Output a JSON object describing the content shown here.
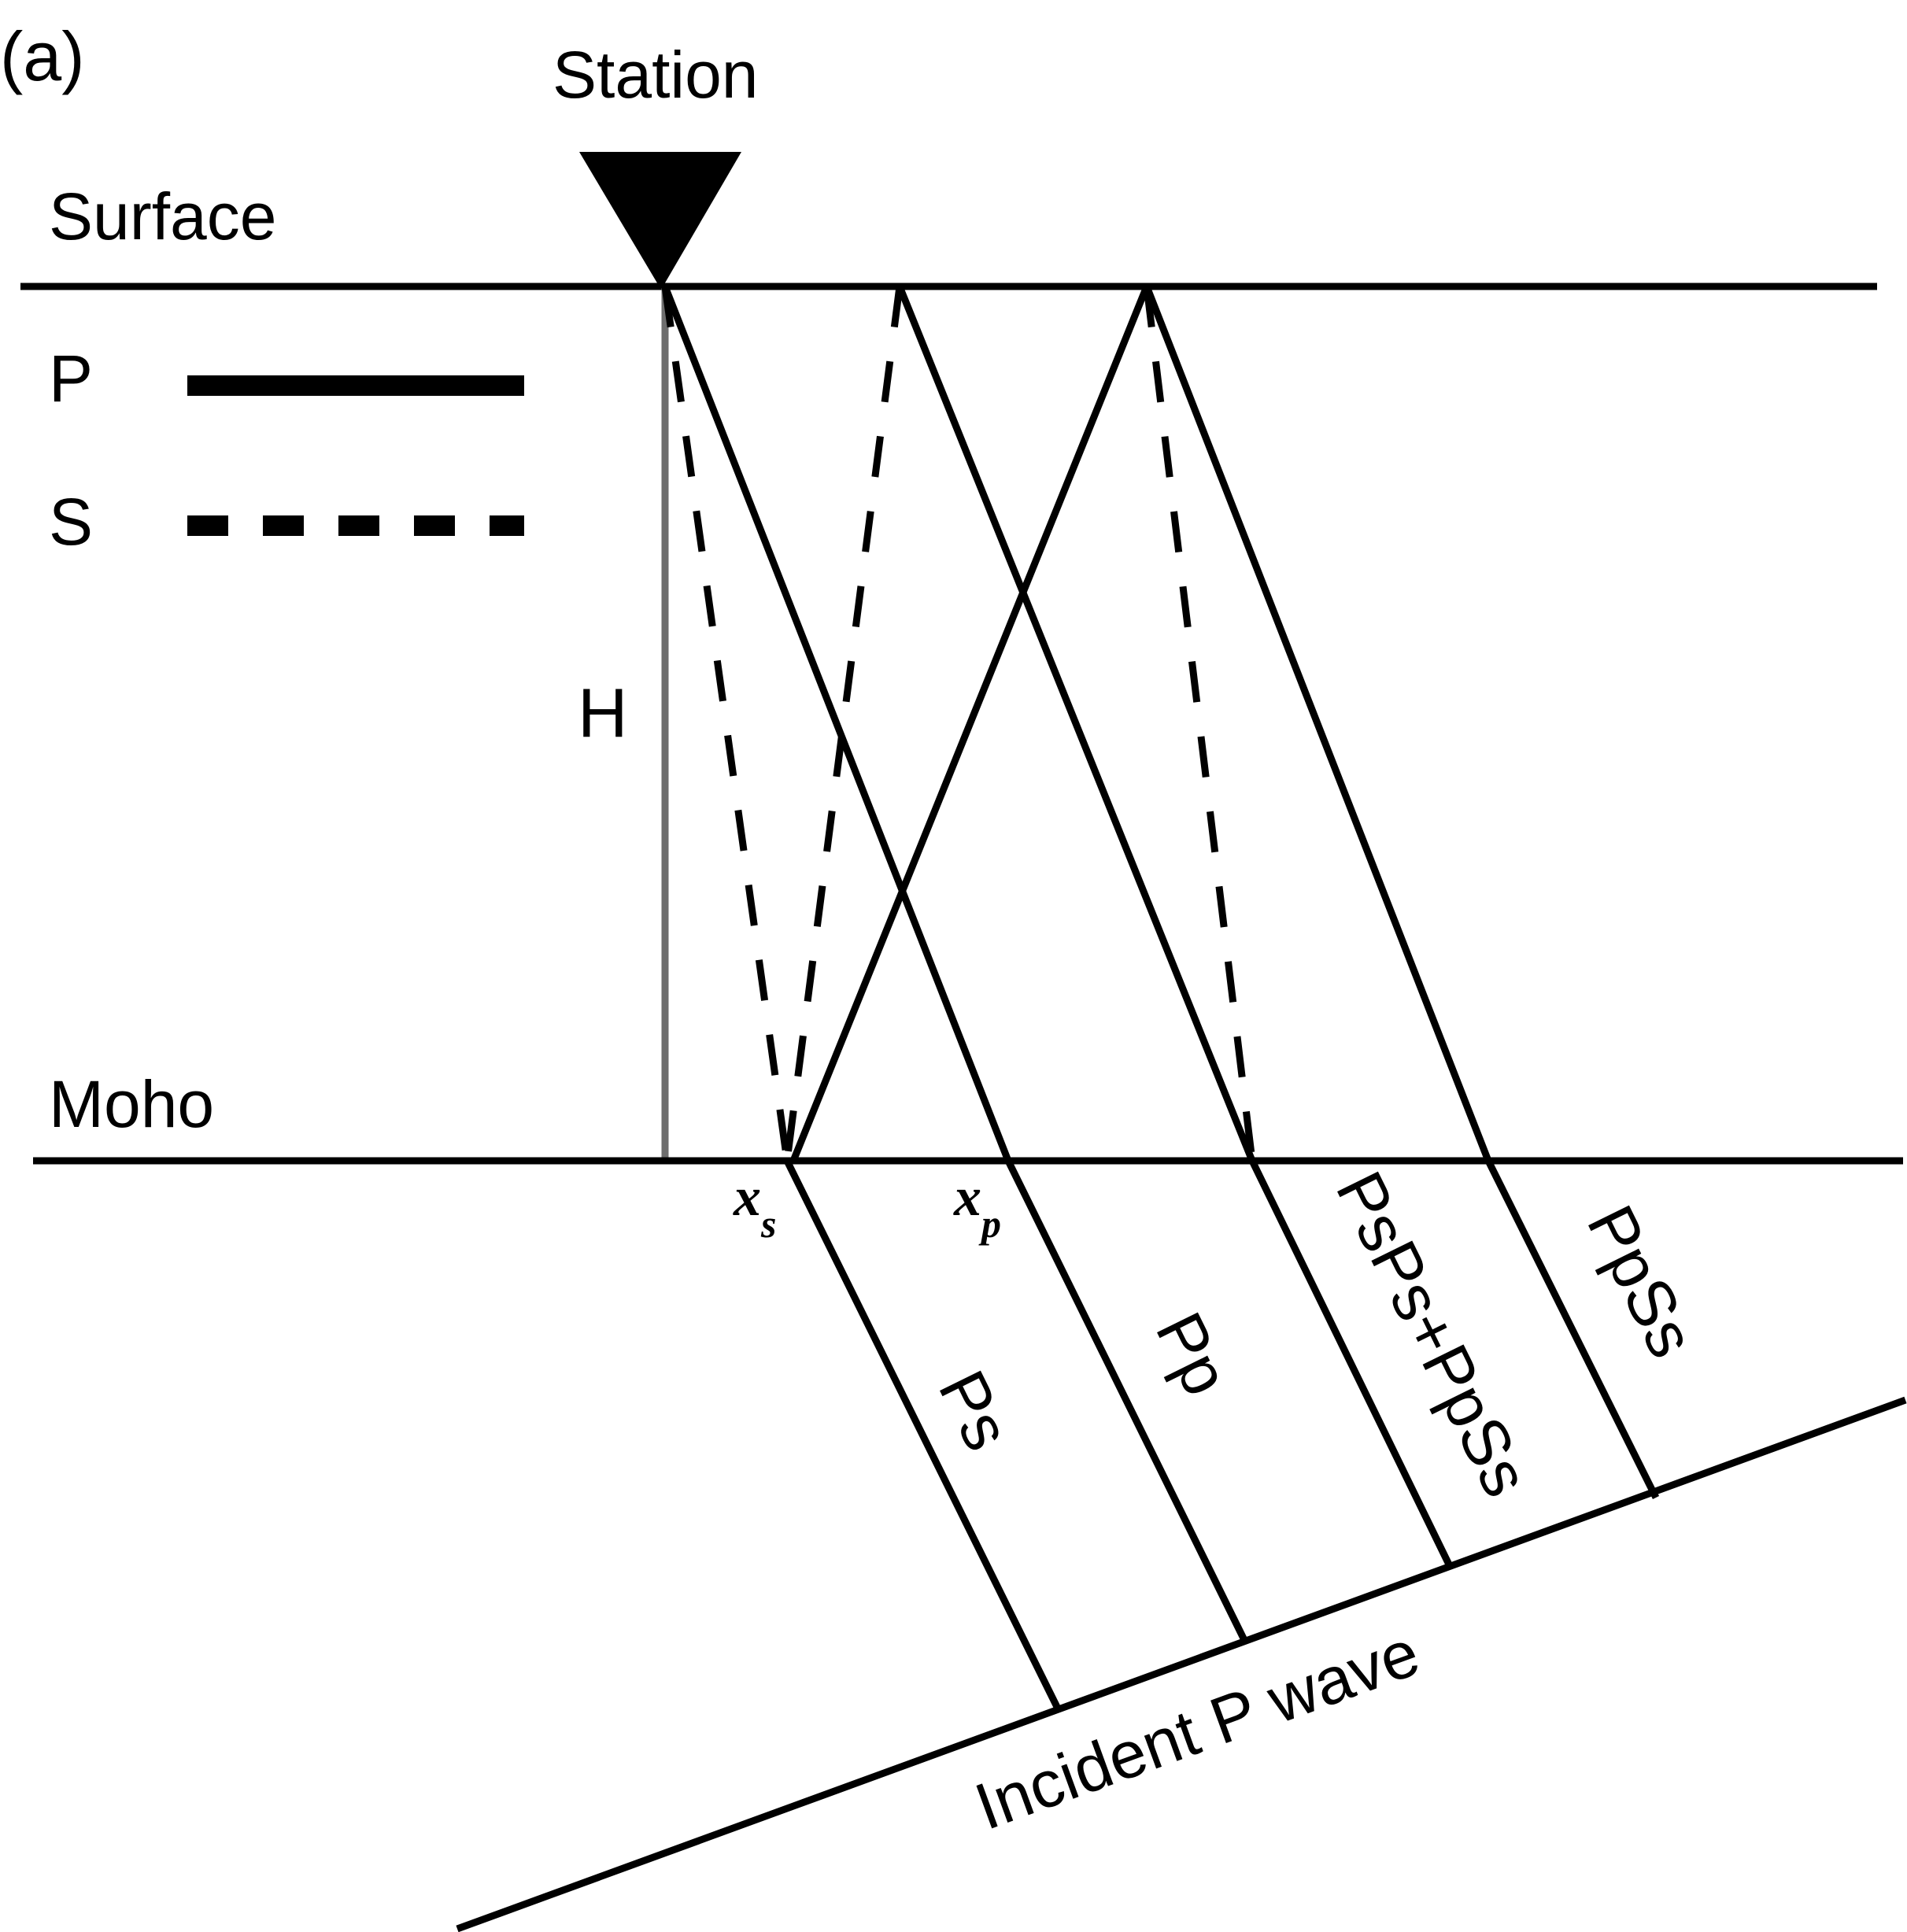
{
  "panel_label": "(a)",
  "labels": {
    "station": "Station",
    "surface": "Surface",
    "moho": "Moho",
    "thickness": "H",
    "incident": "Incident P wave"
  },
  "legend": [
    {
      "symbol": "P",
      "style": "solid"
    },
    {
      "symbol": "S",
      "style": "dashed"
    }
  ],
  "points": {
    "xs": {
      "base": "x",
      "sub": "s"
    },
    "xp": {
      "base": "x",
      "sub": "p"
    }
  },
  "phases": [
    "Ps",
    "Pp",
    "PsPs+PpSs",
    "PpSs"
  ],
  "colors": {
    "line": "#000000",
    "depth_line": "#6e6e6e"
  }
}
